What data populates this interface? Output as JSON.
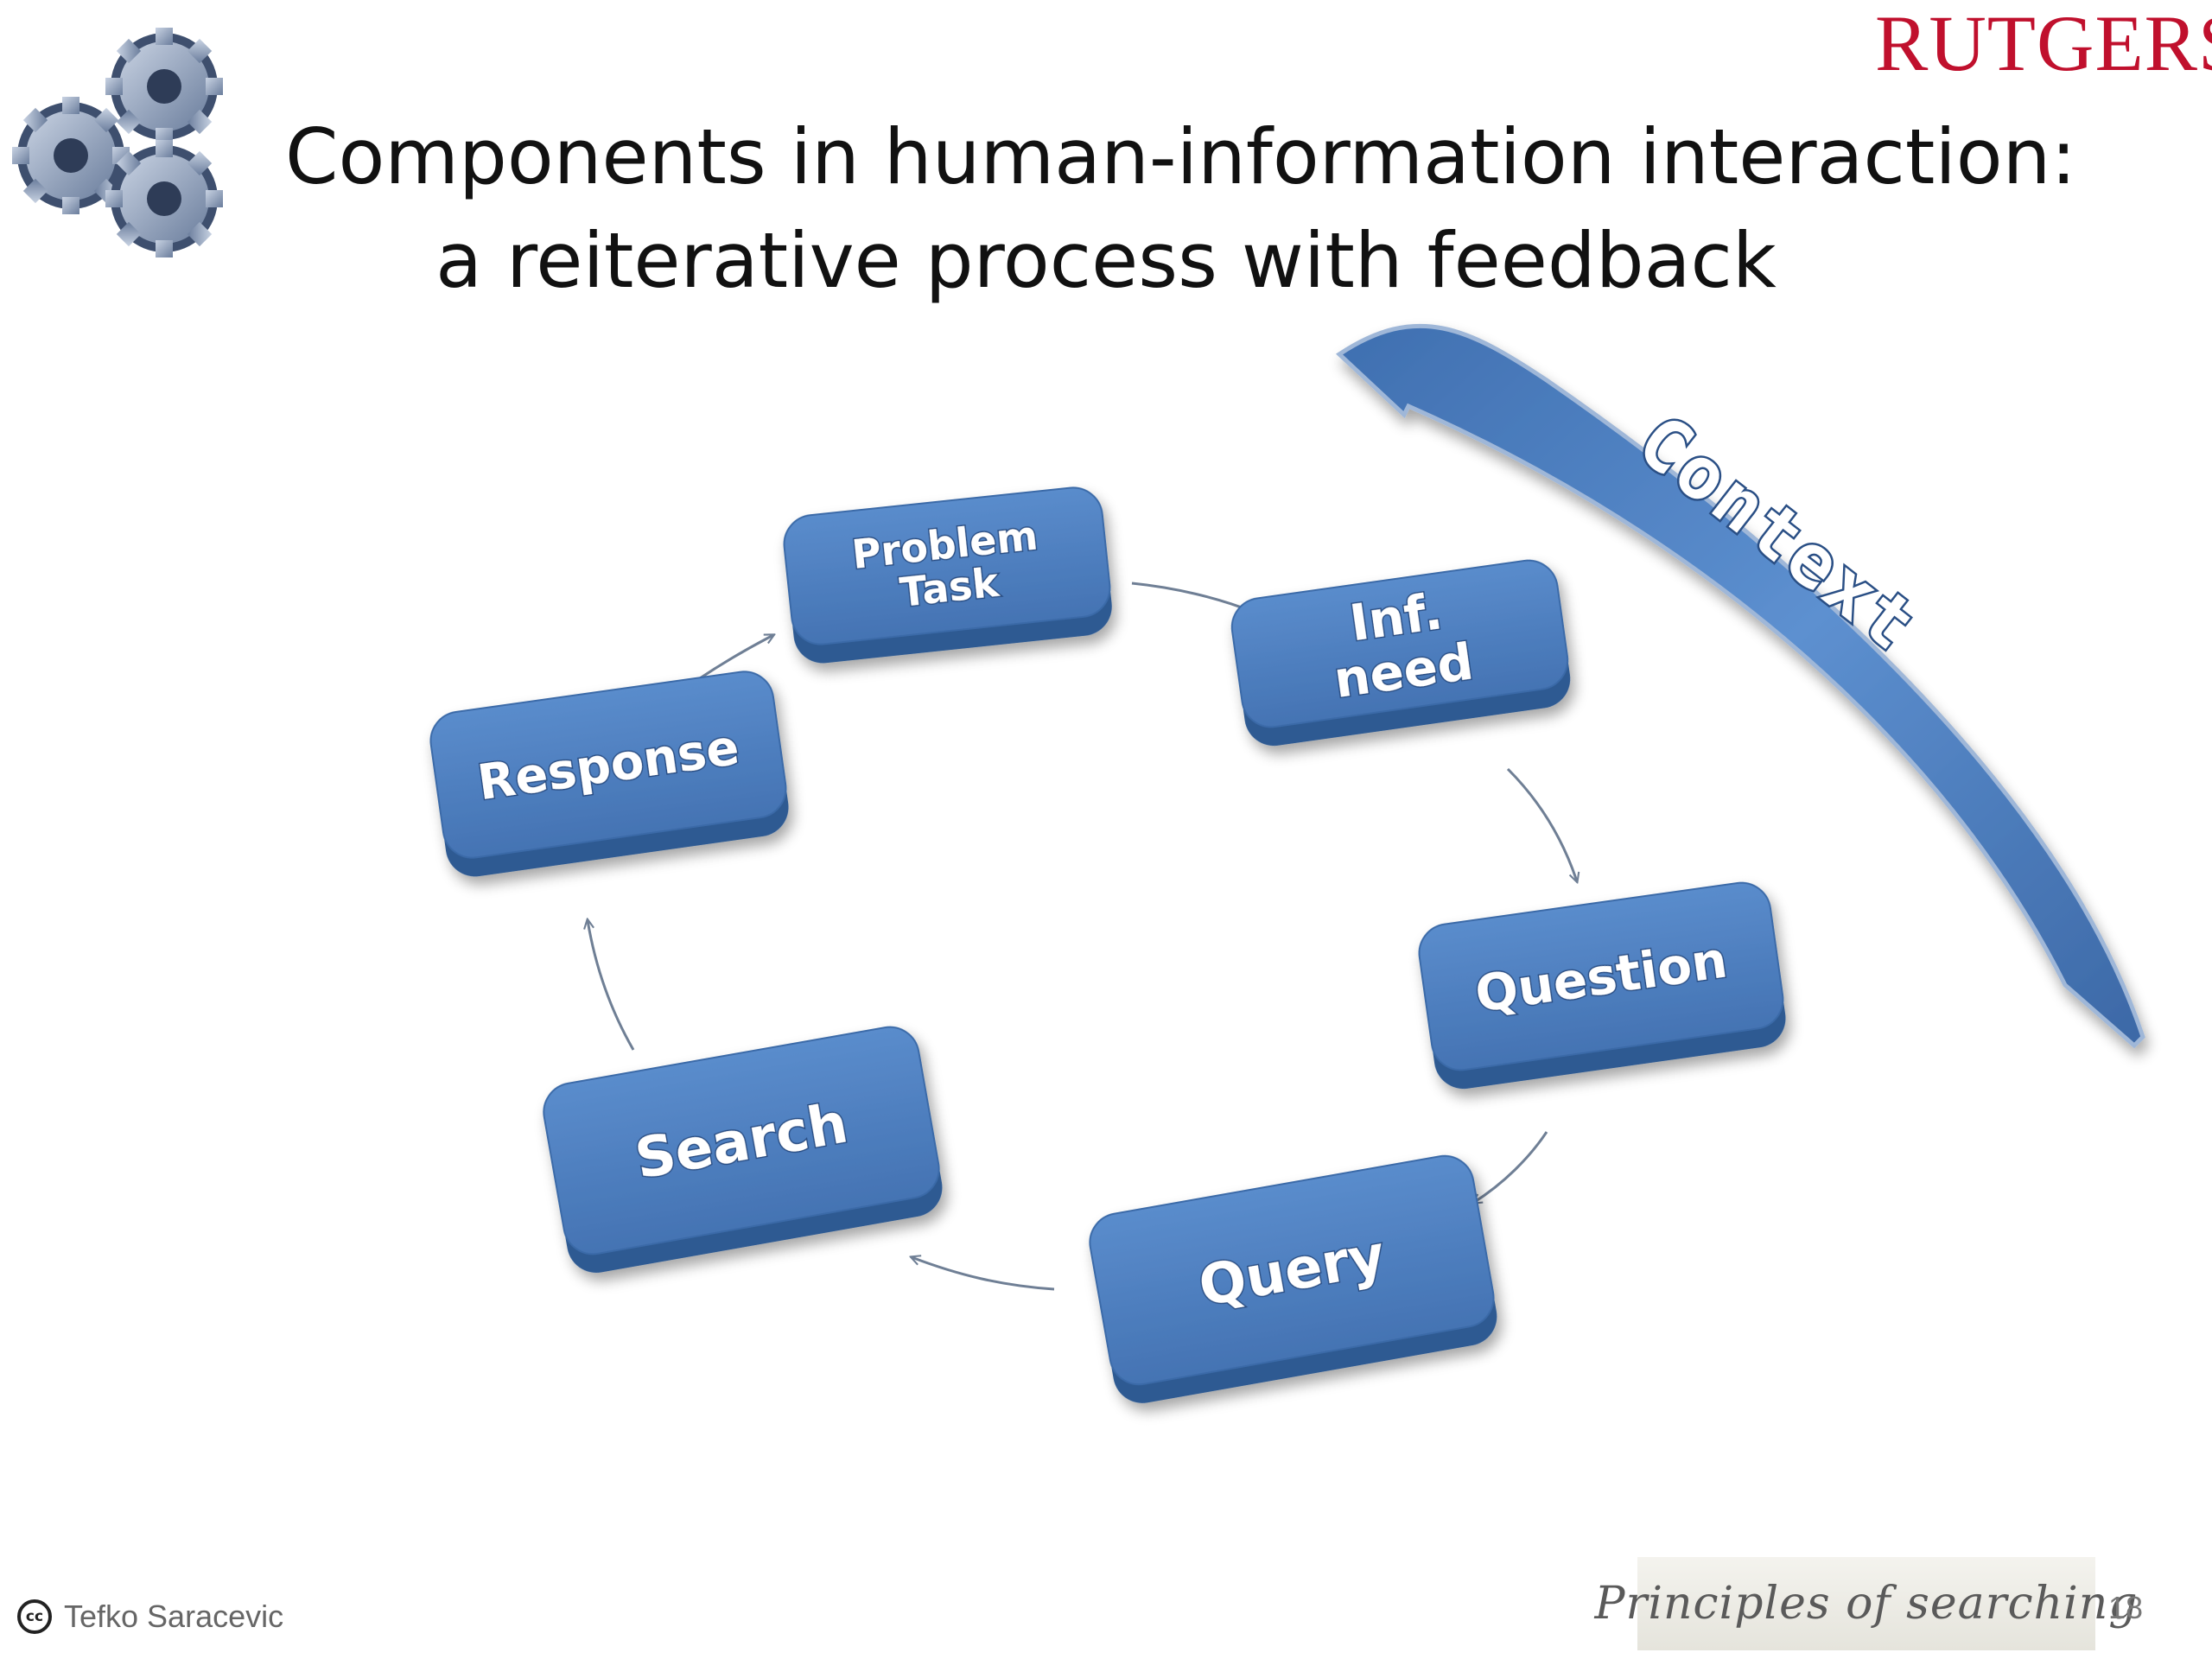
{
  "slide": {
    "title_line_1": "Components in human-information interaction:",
    "title_line_2": "a reiterative process with feedback",
    "logo_text": "RUTGERS",
    "brand_color": "#c0102d"
  },
  "diagram": {
    "box_color": "#4a7cbf",
    "box_side_color": "#2f5a92",
    "text_color": "#ffffff",
    "arrow_color": "#6f7f95",
    "nodes": [
      {
        "id": "problem-task",
        "lines": [
          "Problem",
          "Task"
        ]
      },
      {
        "id": "inf-need",
        "lines": [
          "Inf.",
          "need"
        ]
      },
      {
        "id": "question",
        "lines": [
          "Question"
        ]
      },
      {
        "id": "query",
        "lines": [
          "Query"
        ]
      },
      {
        "id": "search",
        "lines": [
          "Search"
        ]
      },
      {
        "id": "response",
        "lines": [
          "Response"
        ]
      }
    ],
    "context_label": "Context"
  },
  "footer": {
    "license_icon": "creative-commons-icon",
    "license_icon_text": "cc",
    "author": "Tefko Saracevic",
    "course_banner": "Principles of searching",
    "page_number": "18"
  }
}
